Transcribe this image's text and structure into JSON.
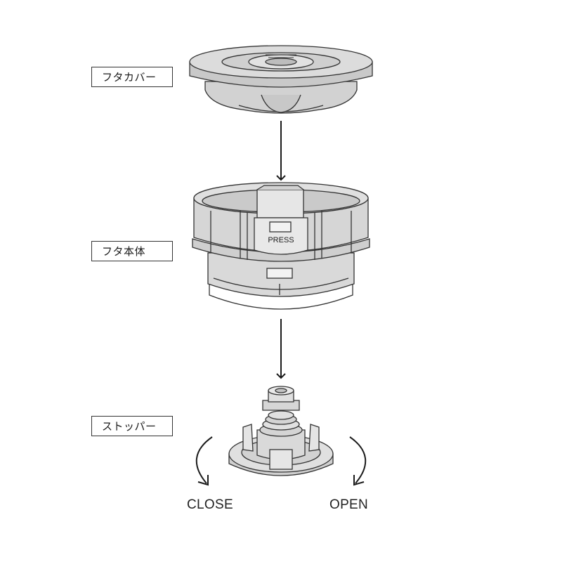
{
  "labels": {
    "lid_cover": "フタカバー",
    "lid_body": "フタ本体",
    "stopper": "ストッパー"
  },
  "part_text": {
    "press": "PRESS"
  },
  "directions": {
    "close": "CLOSE",
    "open": "OPEN"
  },
  "colors": {
    "part_fill": "#d6d6d6",
    "part_dark": "#bdbdbd",
    "outline": "#333333"
  }
}
